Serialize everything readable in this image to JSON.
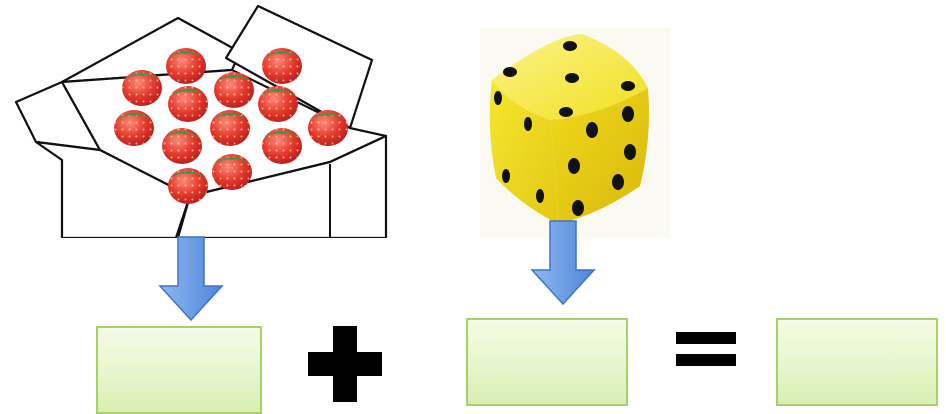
{
  "scene": {
    "illustrations": {
      "box_of_strawberries": {
        "icon": "open-box-with-strawberries",
        "count_shown": 13
      },
      "die": {
        "icon": "yellow-six-sided-die",
        "faces_visible": [
          5,
          4,
          6
        ]
      }
    },
    "equation": {
      "operator_plus_icon": "plus-sign",
      "operator_equals_icon": "equals-sign",
      "answer_boxes": [
        {
          "name": "first-addend-box",
          "value": ""
        },
        {
          "name": "second-addend-box",
          "value": ""
        },
        {
          "name": "sum-box",
          "value": ""
        }
      ]
    },
    "colors": {
      "box_fill": "#eaf7d4",
      "box_border": "#a6cf6e",
      "arrow_fill": "#6a9ee6",
      "die_yellow": "#f5e52a",
      "operator": "#000000"
    }
  }
}
